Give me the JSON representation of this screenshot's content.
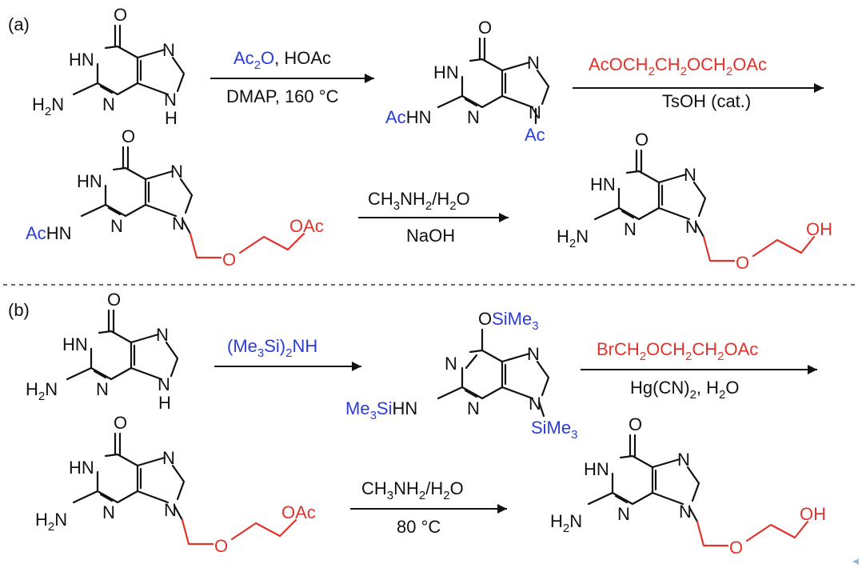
{
  "panels": {
    "a": {
      "label": "(a)",
      "step1": {
        "reagent_top": [
          "Ac",
          "2",
          "O",
          ", HOAc"
        ],
        "reagent_bottom": "DMAP, 160 °C"
      },
      "step2": {
        "reagent_top": [
          "AcOCH",
          "2",
          "CH",
          "2",
          "OCH",
          "2",
          "OAc"
        ],
        "reagent_bottom": "TsOH (cat.)"
      },
      "step3": {
        "reagent_top": [
          "CH",
          "3",
          "NH",
          "2",
          "/H",
          "2",
          "O"
        ],
        "reagent_bottom": "NaOH"
      }
    },
    "b": {
      "label": "(b)",
      "step1": {
        "reagent_top": [
          "(Me",
          "3",
          "Si)",
          "2",
          "NH"
        ]
      },
      "step2": {
        "reagent_top": [
          "BrCH",
          "2",
          "OCH",
          "2",
          "CH",
          "2",
          "OAc"
        ],
        "reagent_bottom": [
          "Hg(CN)",
          "2",
          ", H",
          "2",
          "O"
        ]
      },
      "step3": {
        "reagent_top": [
          "CH",
          "3",
          "NH",
          "2",
          "/H",
          "2",
          "O"
        ],
        "reagent_bottom": "80 °C"
      }
    }
  },
  "atoms": {
    "O": "O",
    "N": "N",
    "NH": "NH",
    "HN": "HN",
    "H": "H",
    "H2N": [
      "H",
      "2",
      "N"
    ],
    "AcHN_ac": "Ac",
    "AcHN_hn": "HN",
    "Ac": "Ac",
    "OAc": "OAc",
    "OH": "OH",
    "OSiMe3": [
      "O",
      "SiMe",
      "3"
    ],
    "Me3SiHN": [
      "Me",
      "3",
      "Si",
      "HN"
    ],
    "SiMe3": [
      "SiMe",
      "3"
    ]
  },
  "colors": {
    "blue": "#2a3ed6",
    "red": "#e0332b",
    "black": "#111111"
  }
}
